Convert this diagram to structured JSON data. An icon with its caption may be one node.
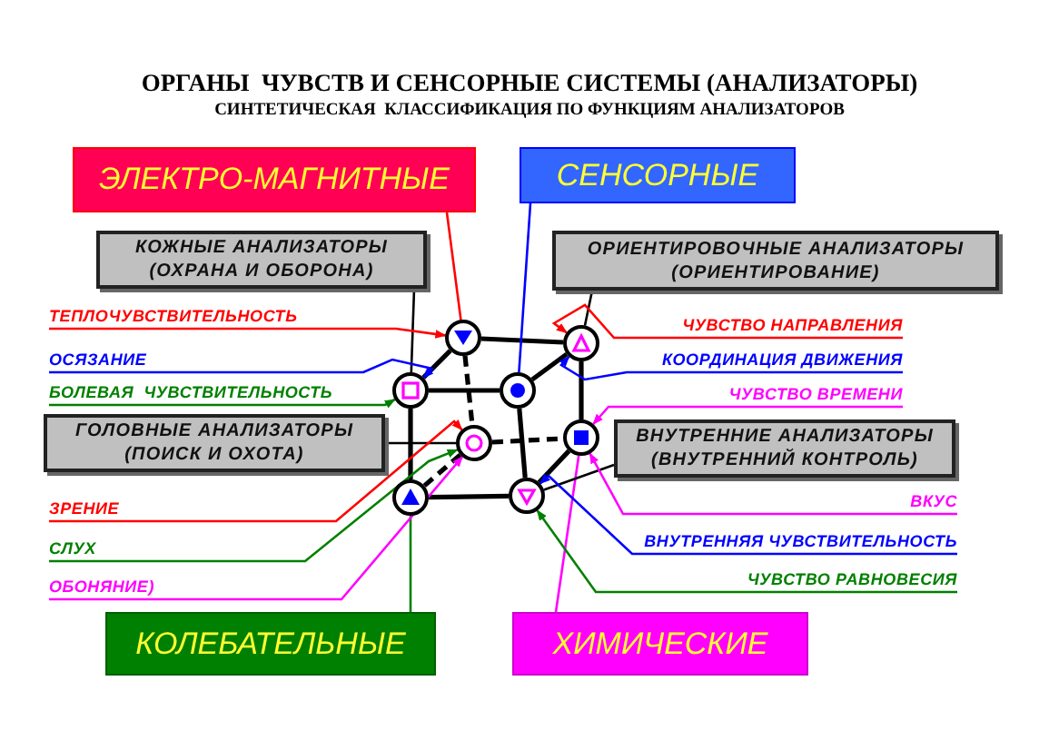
{
  "diagram": {
    "title": "ОРГАНЫ  ЧУВСТВ И СЕНСОРНЫЕ СИСТЕМЫ (АНАЛИЗАТОРЫ)",
    "nodes": [
      {
        "text": [
          "ЭЛЕКТРО-МАГНИТНЫЕ"
        ]
      },
      {
        "text": [
          "СЕНСОРНЫЕ"
        ]
      },
      {
        "text": [
          "КОЖНЫЕ АНАЛИЗАТОРЫ (ОХРАНА И ОБОРОНА)"
        ]
      },
      {
        "text": [
          "ОРИЕНТИРОВОЧНЫЕ АНАЛИЗАТОРЫ (ОРИЕНТИРОВАНИЕ)"
        ]
      },
      {
        "text": [
          "ТЕПЛОЧУВСТВИТЕЛЬНОСТЬ"
        ]
      },
      {
        "text": [
          "ЧУВСТВО НАПРАВЛЕНИЯ"
        ]
      },
      {
        "text": [
          "ОСЯЗАНИЕ"
        ]
      },
      {
        "text": [
          "КООРДИНАЦИЯ ДВИЖЕНИЯ"
        ]
      },
      {
        "text": [
          "БОЛЕВАЯ  ЧУВСТВИТЕЛЬНОСТЬ"
        ]
      },
      {
        "text": [
          "ЧУВСТВО ВРЕМЕНИ"
        ]
      },
      {
        "text": [
          "ГОЛОВНЫЕ АНАЛИЗАТОРЫ (ПОИСК И ОХОТА)"
        ]
      },
      {
        "text": [
          "ВНУТРЕННИЕ АНАЛИЗАТОРЫ (ВНУТРЕННИЙ КОНТРОЛЬ)"
        ]
      },
      {
        "text": [
          "ЗРЕНИЕ"
        ]
      },
      {
        "text": [
          "ВКУС"
        ]
      },
      {
        "text": [
          "СЛУХ"
        ]
      },
      {
        "text": [
          "ВНУТРЕННЯЯ ЧУВСТВИТЕЛЬНОСТЬ"
        ]
      },
      {
        "text": [
          "ОБОНЯНИЕ)"
        ]
      },
      {
        "text": [
          "ЧУВСТВО РАВНОВЕСИЯ"
        ]
      },
      {
        "text": [
          "КОЛЕБАТЕЛЬНЫЕ"
        ]
      },
      {
        "text": [
          "ХИМИЧЕСКИЕ"
        ]
      },
      {
        "text": [],
        "shape": "circle"
      },
      {
        "text": [],
        "shape": "circle"
      },
      {
        "text": [],
        "shape": "circle"
      },
      {
        "text": [],
        "shape": "circle"
      },
      {
        "text": [],
        "shape": "circle"
      },
      {
        "text": [],
        "shape": "circle"
      },
      {
        "text": [],
        "shape": "circle"
      },
      {
        "text": [],
        "shape": "circle"
      }
    ],
    "edges": [
      {
        "from": 20,
        "to": 21,
        "arrow": "none"
      },
      {
        "from": 20,
        "to": 22,
        "arrow": "none"
      },
      {
        "from": 22,
        "to": 23,
        "arrow": "none"
      },
      {
        "from": 21,
        "to": 23,
        "arrow": "none"
      },
      {
        "from": 21,
        "to": 25,
        "arrow": "none"
      },
      {
        "from": 23,
        "to": 27,
        "arrow": "none"
      },
      {
        "from": 22,
        "to": 26,
        "arrow": "none"
      },
      {
        "from": 26,
        "to": 27,
        "arrow": "none"
      },
      {
        "from": 25,
        "to": 27,
        "arrow": "none"
      },
      {
        "from": 20,
        "to": 24,
        "arrow": "none",
        "style": "dashed"
      },
      {
        "from": 24,
        "to": 25,
        "arrow": "none",
        "style": "dashed"
      },
      {
        "from": 24,
        "to": 26,
        "arrow": "none",
        "style": "dashed"
      },
      {
        "from": 0,
        "to": 20,
        "arrow": "none",
        "color": "#ff0000"
      },
      {
        "from": 1,
        "to": 23,
        "arrow": "none",
        "color": "#0000ff"
      },
      {
        "from": 18,
        "to": 26,
        "arrow": "none",
        "color": "#008000"
      },
      {
        "from": 19,
        "to": 25,
        "arrow": "none",
        "color": "#ff00ff"
      },
      {
        "from": 2,
        "to": 22,
        "arrow": "none"
      },
      {
        "from": 3,
        "to": 21,
        "arrow": "none"
      },
      {
        "from": 10,
        "to": 24,
        "arrow": "none"
      },
      {
        "from": 11,
        "to": 27,
        "arrow": "none"
      },
      {
        "from": 4,
        "to": 20,
        "arrow": "to",
        "color": "#ff0000"
      },
      {
        "from": 6,
        "to": 22,
        "arrow": "to",
        "color": "#0000ff"
      },
      {
        "from": 8,
        "to": 22,
        "arrow": "to",
        "color": "#008000"
      },
      {
        "from": 12,
        "to": 24,
        "arrow": "to",
        "color": "#ff0000"
      },
      {
        "from": 14,
        "to": 24,
        "arrow": "to",
        "color": "#008000"
      },
      {
        "from": 16,
        "to": 24,
        "arrow": "to",
        "color": "#ff00ff"
      },
      {
        "from": 5,
        "to": 21,
        "arrow": "to",
        "color": "#ff0000"
      },
      {
        "from": 7,
        "to": 21,
        "arrow": "to",
        "color": "#0000ff"
      },
      {
        "from": 9,
        "to": 25,
        "arrow": "to",
        "color": "#ff00ff"
      },
      {
        "from": 13,
        "to": 25,
        "arrow": "to",
        "color": "#ff00ff"
      },
      {
        "from": 15,
        "to": 27,
        "arrow": "to",
        "color": "#0000ff"
      },
      {
        "from": 17,
        "to": 27,
        "arrow": "to",
        "color": "#008000"
      }
    ],
    "labels": [
      "СИНТЕТИЧЕСКАЯ  КЛАССИФИКАЦИЯ ПО ФУНКЦИЯМ АНАЛИЗАТОРОВ"
    ]
  }
}
